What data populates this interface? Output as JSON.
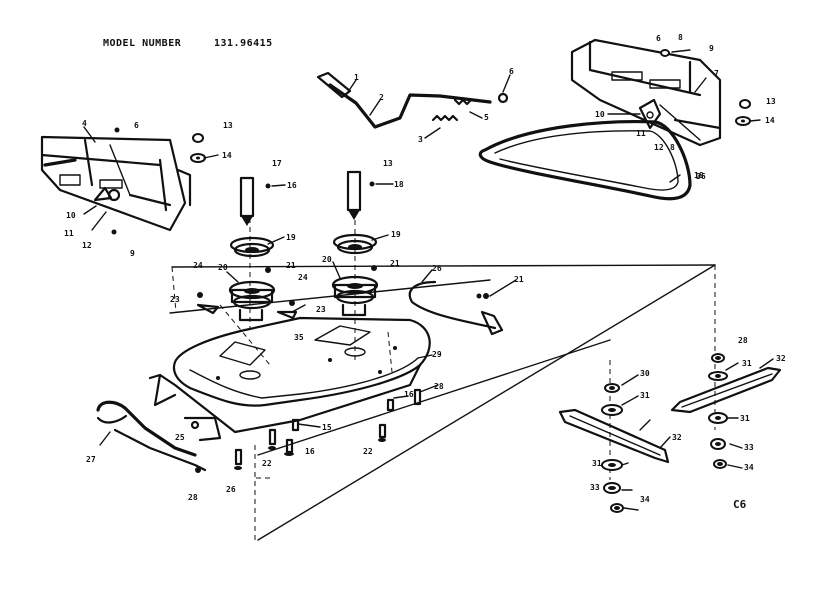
{
  "title": {
    "model_label": "MODEL NUMBER",
    "model_number": "131.96415"
  },
  "diagram_ref": "C6",
  "callouts": {
    "c1": "1",
    "c2": "2",
    "c3": "3",
    "c4": "4",
    "c5": "5",
    "c6": "6",
    "c7": "7",
    "c8": "8",
    "c9": "9",
    "c10": "10",
    "c11": "11",
    "c12": "12",
    "c13": "13",
    "c14": "14",
    "c15": "15",
    "c16": "16",
    "c17": "17",
    "c18": "18",
    "c19": "19",
    "c20": "20",
    "c21": "21",
    "c22": "22",
    "c23": "23",
    "c24": "24",
    "c25": "25",
    "c26": "26",
    "c27": "27",
    "c28": "28",
    "c29": "29",
    "c30": "30",
    "c31": "31",
    "c32": "32",
    "c33": "33",
    "c34": "34",
    "c35": "35",
    "c36": "36"
  }
}
